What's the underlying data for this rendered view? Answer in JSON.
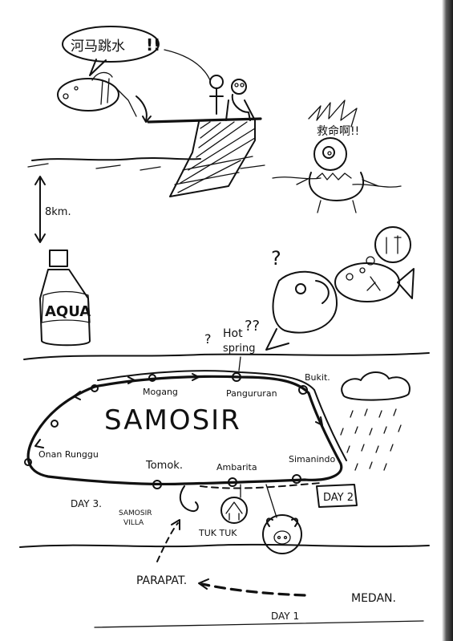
{
  "speech_bubble_text": "河马跳水",
  "speech_bubble_exclaim": "!!",
  "shout_text": "救命啊!!",
  "distance_label": "8km.",
  "bottle_label": "AQUA",
  "hot_spring_label_1": "Hot",
  "hot_spring_label_2": "spring",
  "question_marks": "??",
  "island_name": "SAMOSIR",
  "places": {
    "mogang": "Mogang",
    "pangururan": "Pangururan",
    "bukit": "Bukit.",
    "simanindo": "Simanindo",
    "ambarita": "Ambarita",
    "tomok": "Tomok.",
    "onan_runggu": "Onan Runggu",
    "samosir_villa_1": "SAMOSIR",
    "samosir_villa_2": "VILLA",
    "tuk_tuk": "TUK TUK",
    "parapat": "PARAPAT.",
    "medan": "MEDAN."
  },
  "day_labels": {
    "day1": "DAY 1",
    "day2": "DAY 2",
    "day3": "DAY 3."
  },
  "colors": {
    "ink": "#111111",
    "paper": "#ffffff"
  }
}
